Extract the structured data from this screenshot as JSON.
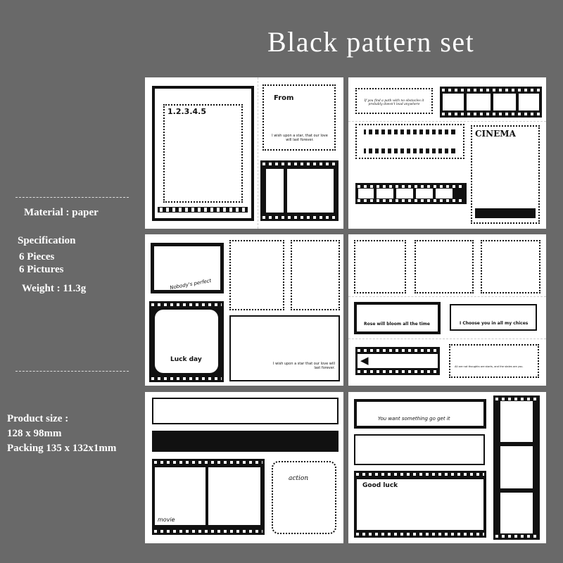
{
  "title": "Black pattern set",
  "specs": {
    "material": "Material : paper",
    "specification": "Specification",
    "pieces": "6 Pieces",
    "pictures": "6 Pictures",
    "weight": "Weight : 11.3g",
    "product_size": "Product size :",
    "size": "128 x 98mm",
    "packing": "Packing 135 x 132x1mm"
  },
  "stickers": {
    "p1": {
      "numbers": "1.2.3.4.5",
      "from": "From",
      "wish": "I wish upon a star, that our love will last forever."
    },
    "p2": {
      "quote": "If you find a path with no obstacles it probably doesn't lead anywhere",
      "cinema": "CINEMA"
    },
    "p3": {
      "nobody": "Nobody's perfect",
      "luck": "Luck day",
      "wish": "I wish upon a star that our love will last forever."
    },
    "p4": {
      "rose": "Rose will bloom all the time",
      "choose": "I Choose you in all my chices",
      "stars": "All are not thoughts are starts, and the stales are you."
    },
    "p5": {
      "action": "action",
      "movie": "movie"
    },
    "p6": {
      "want": "You want something go get it",
      "good": "Good luck"
    }
  }
}
